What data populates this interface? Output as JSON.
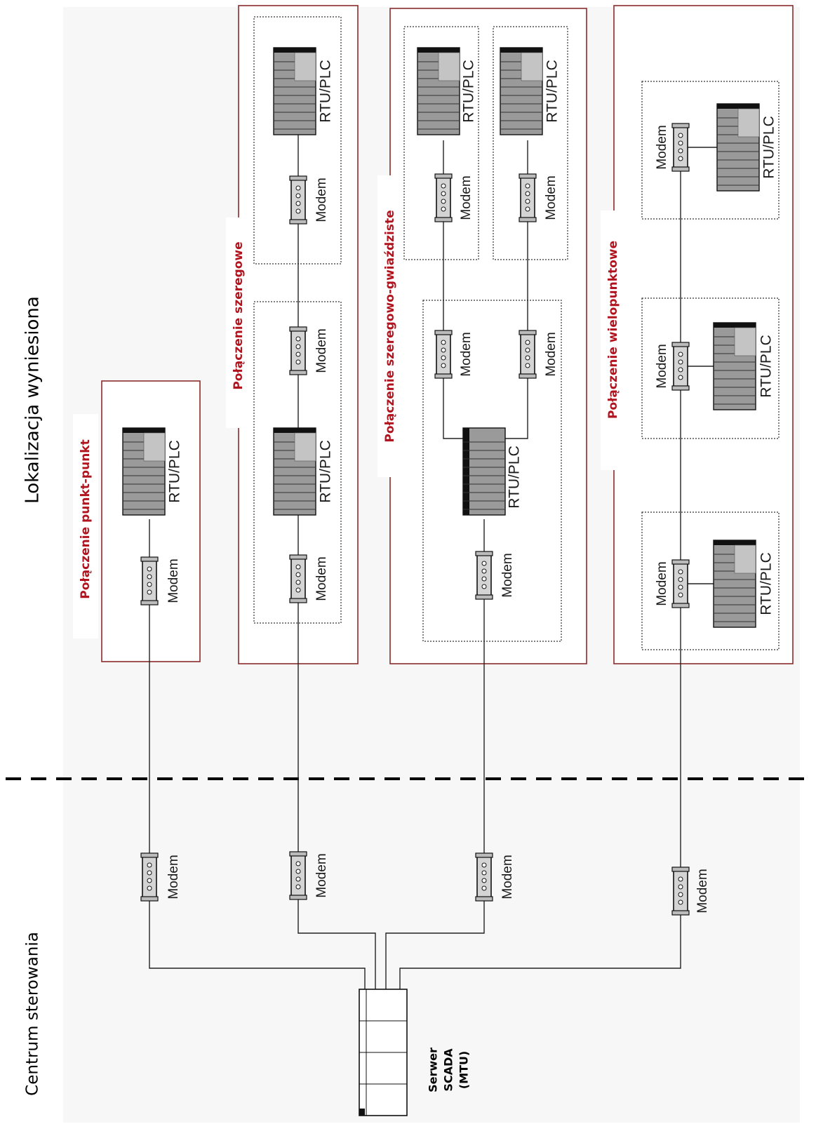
{
  "header": {
    "remote_title": "Lokalizacja wyniesiona",
    "control_title": "Centrum sterowania"
  },
  "sections": {
    "point_to_point": "Połączenie punkt-punkt",
    "series": "Połączenie szeregowe",
    "series_star": "Połączenie szeregowo-gwiaździste",
    "multipoint": "Połączenie wielopunktowe"
  },
  "labels": {
    "modem": "Modem",
    "rtu": "RTU/PLC"
  },
  "server": {
    "line1": "Serwer",
    "line2": "SCADA",
    "line3": "(MTU)"
  },
  "colors": {
    "section_label": "#b0141e",
    "outer_box": "#8a2b2b"
  }
}
